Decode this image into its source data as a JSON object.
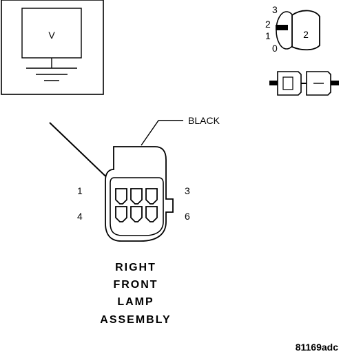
{
  "meter": {
    "symbol": "V"
  },
  "switch_icon": {
    "positions": [
      "3",
      "2",
      "1",
      "0"
    ],
    "selected": "2"
  },
  "connector": {
    "color_label": "BLACK",
    "pin_labels": {
      "top_left": "1",
      "top_right": "3",
      "bottom_left": "4",
      "bottom_right": "6"
    }
  },
  "title": {
    "lines": [
      "RIGHT",
      "FRONT",
      "LAMP",
      "ASSEMBLY"
    ]
  },
  "figure_id": "81169adc"
}
